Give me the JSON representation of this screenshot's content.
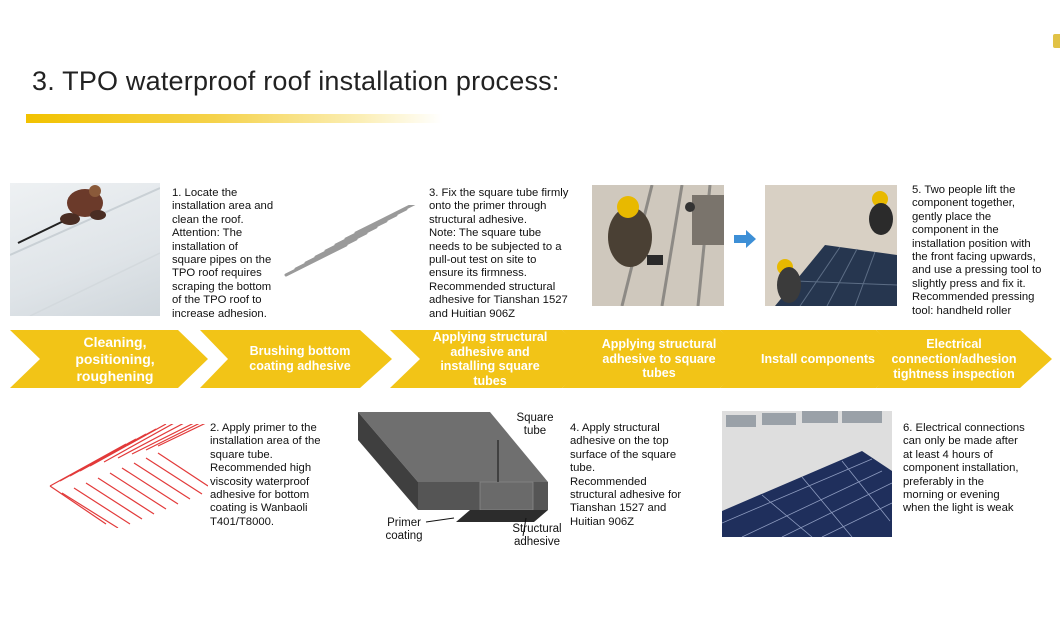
{
  "title": "3. TPO waterproof roof installation process:",
  "steps": [
    {
      "label": "Cleaning,\npositioning,\nroughening"
    },
    {
      "label": "Brushing bottom\ncoating adhesive"
    },
    {
      "label": "Applying structural\nadhesive and\ninstalling square\ntubes"
    },
    {
      "label": "Applying structural\nadhesive to square\ntubes"
    },
    {
      "label": "Install components"
    },
    {
      "label": "Electrical\nconnection/adhesion\ntightness inspection"
    }
  ],
  "descriptions": {
    "d1": "1. Locate the\ninstallation area and\nclean the roof.\nAttention: The\ninstallation of\nsquare pipes on the\nTPO roof requires\nscraping the bottom\nof the TPO roof to\nincrease adhesion.",
    "d2": "2. Apply primer to the\ninstallation area of the\nsquare tube.\nRecommended high\nviscosity waterproof\nadhesive for bottom\ncoating is Wanbaoli\nT401/T8000.",
    "d3": "3. Fix the square tube firmly\nonto the primer through\nstructural adhesive.\nNote: The square tube\nneeds to be subjected to a\npull-out test on site to\nensure its firmness.\nRecommended structural\nadhesive for Tianshan 1527\nand Huitian 906Z",
    "d4": "4. Apply structural\nadhesive on the top\nsurface of the square\ntube.\nRecommended\nstructural adhesive for\nTianshan 1527 and\nHuitian 906Z",
    "d5": "5. Two people lift the\ncomponent together,\ngently place the\ncomponent in the\ninstallation position with\nthe front facing upwards,\nand use a pressing tool to\nslightly press and fix it.\nRecommended pressing\ntool: handheld roller",
    "d6": "6. Electrical connections\ncan only be made after\nat least 4 hours of\ncomponent installation,\npreferably in the\nmorning or evening\nwhen the light is weak"
  },
  "tube_labels": {
    "square_tube": "Square\ntube",
    "primer": "Primer\ncoating",
    "structural": "Structural\nadhesive"
  },
  "colors": {
    "arrow_yellow": "#f2c417",
    "title_bar": "#f2c200",
    "blue_arrow": "#3d8fd6",
    "primer_red": "#e23a3a"
  }
}
